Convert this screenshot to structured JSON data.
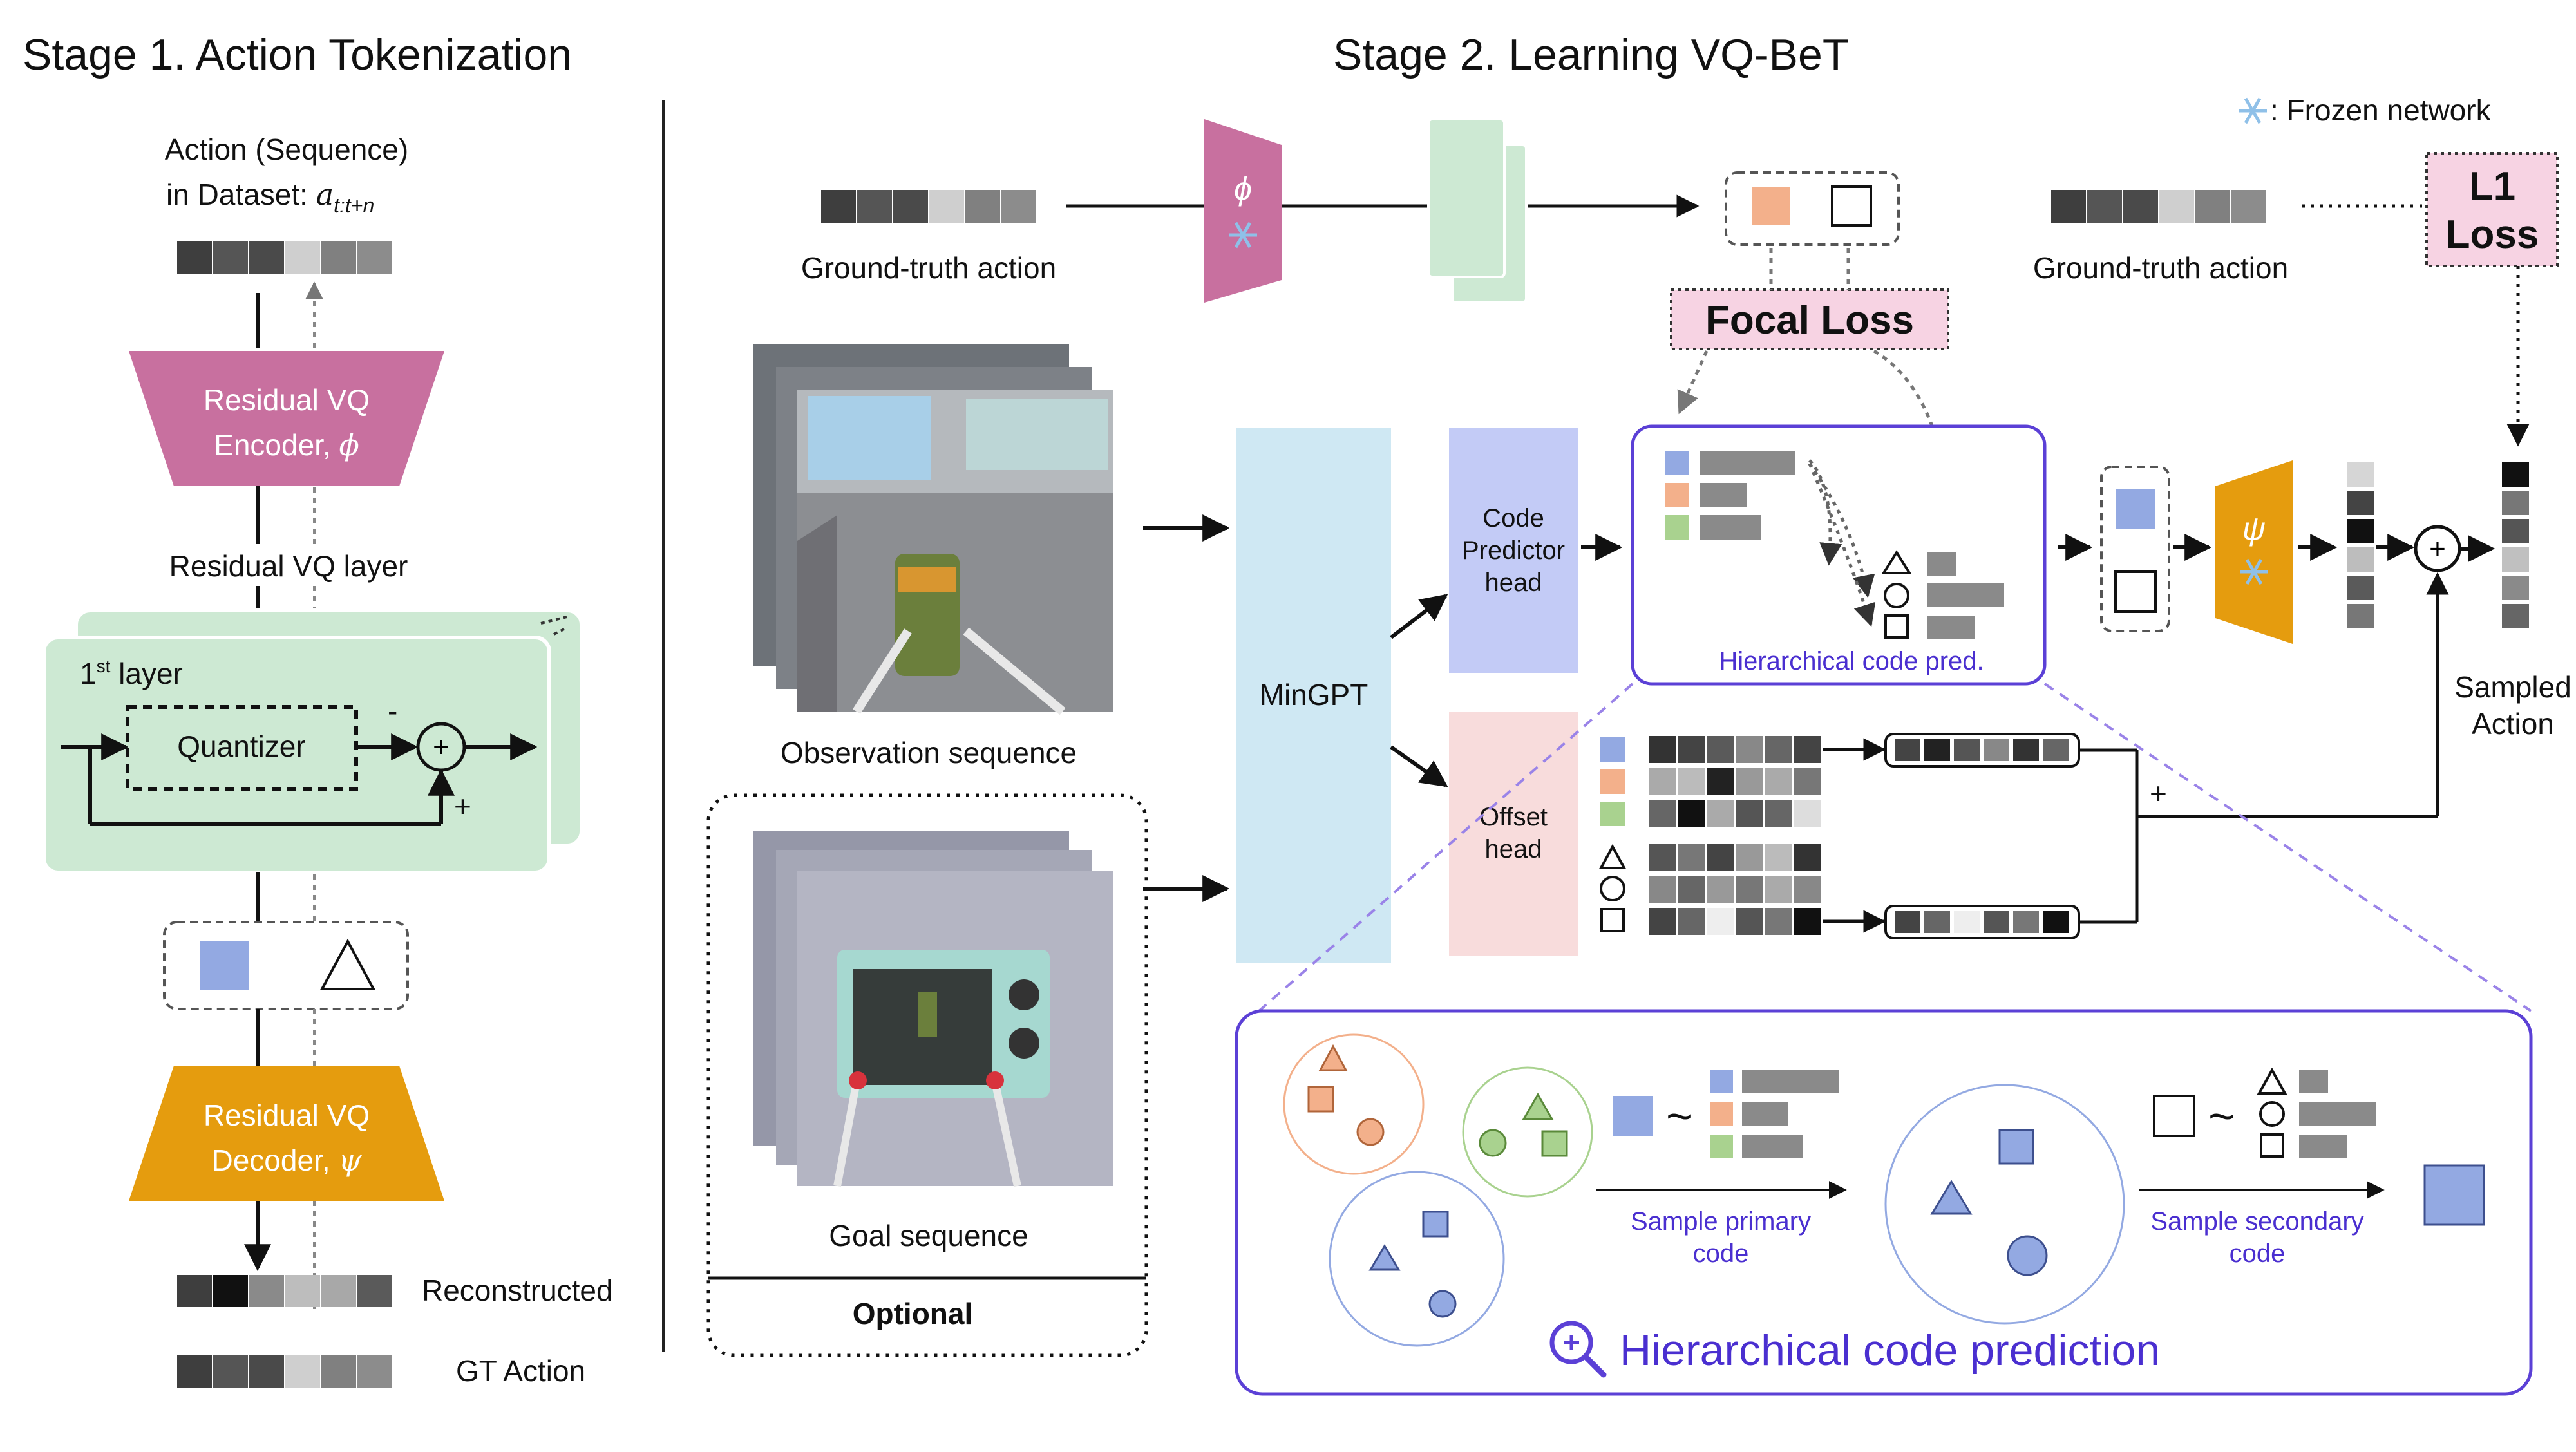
{
  "stage1": {
    "title": "Stage 1. Action Tokenization",
    "action_seq_label_1": "Action (Sequence)",
    "action_seq_label_2": "in Dataset:",
    "action_seq_symbol": "a",
    "action_seq_subscript": "t:t+n",
    "encoder_label_1": "Residual VQ",
    "encoder_label_2": "Encoder,",
    "encoder_symbol": "ϕ",
    "vq_layer_label": "Residual VQ layer",
    "first_layer_label": "1",
    "first_layer_sup": "st",
    "first_layer_suffix": "layer",
    "quantizer_label": "Quantizer",
    "minus_sign": "-",
    "plus_sign": "+",
    "decoder_label_1": "Residual VQ",
    "decoder_label_2": "Decoder,",
    "decoder_symbol": "ψ",
    "reconstructed_label": "Reconstructed",
    "gt_action_label": "GT Action"
  },
  "stage2": {
    "title": "Stage 2. Learning VQ-BeT",
    "frozen_legend": ": Frozen network",
    "ground_truth_left": "Ground-truth action",
    "ground_truth_right": "Ground-truth action",
    "phi_symbol": "ϕ",
    "focal_loss": "Focal Loss",
    "l1_loss_1": "L1",
    "l1_loss_2": "Loss",
    "observation_label": "Observation sequence",
    "goal_label": "Goal sequence",
    "optional_label": "Optional",
    "mingpt_label": "MinGPT",
    "code_head_1": "Code",
    "code_head_2": "Predictor",
    "code_head_3": "head",
    "offset_head_1": "Offset",
    "offset_head_2": "head",
    "hier_pred_label": "Hierarchical code pred.",
    "psi_symbol": "ψ",
    "sampled_1": "Sampled",
    "sampled_2": "Action",
    "plus_sign": "+",
    "tilde": "~",
    "sample_primary_1": "Sample primary",
    "sample_primary_2": "code",
    "sample_secondary_1": "Sample secondary",
    "sample_secondary_2": "code",
    "hier_title": "Hierarchical code prediction"
  },
  "colors": {
    "encoder": "#c8709f",
    "decoder": "#e59c0e",
    "vq_layer": "#cde9d3",
    "mingpt": "#cfe8f3",
    "code_head": "#c3cbf6",
    "offset_head": "#f8dcdc",
    "loss_box": "#f7d3e3",
    "accent_purple": "#5b40d6",
    "code_blue": "#93a9e2",
    "code_orange": "#f3b08b",
    "code_green": "#a9d28f"
  }
}
